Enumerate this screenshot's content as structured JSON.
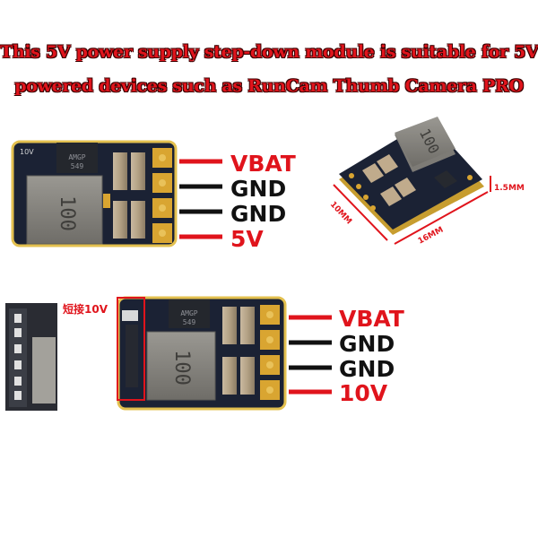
{
  "headline": {
    "line1": "This 5V power supply step-down module is suitable for 5V",
    "line2": "powered devices such as RunCam Thumb Camera PRO"
  },
  "board_top_left": {
    "chip_marking_line1": "AMGP",
    "chip_marking_line2": "549",
    "inductor_marking": "100",
    "corner_marking": "10V",
    "pins": [
      "VBAT",
      "GND",
      "GND",
      "5V"
    ]
  },
  "board_iso": {
    "inductor_marking": "100",
    "dim_thickness": "1.5MM",
    "dim_width": "10MM",
    "dim_length": "16MM"
  },
  "board_bottom": {
    "callout": "短接10V",
    "chip_marking_line1": "AMGP",
    "chip_marking_line2": "549",
    "inductor_marking": "100",
    "pins": [
      "VBAT",
      "GND",
      "GND",
      "10V"
    ]
  },
  "colors": {
    "headline_red": "#e0141c",
    "wire_red": "#e0141c",
    "wire_black": "#111111",
    "pcb_dark": "#1b2234",
    "pad_gold": "#d9a531"
  }
}
